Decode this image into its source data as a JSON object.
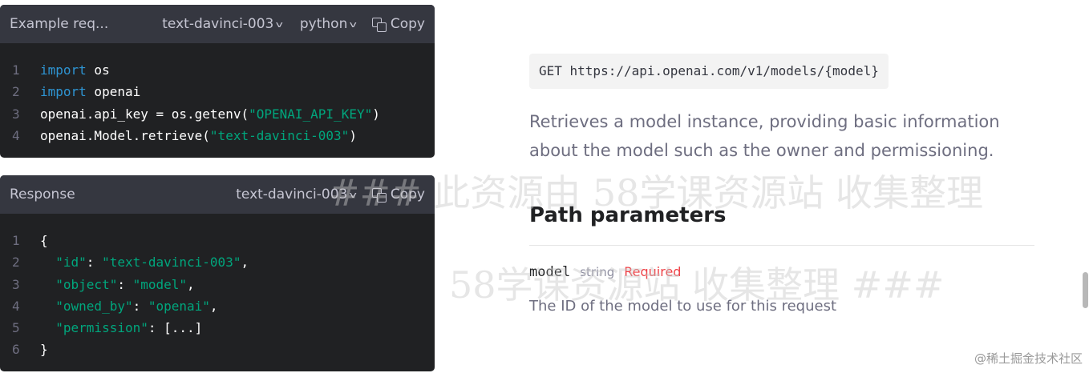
{
  "request": {
    "title": "Example req...",
    "model": "text-davinci-003",
    "language": "python",
    "copy": "Copy",
    "lines": [
      [
        {
          "t": "import",
          "c": "kw"
        },
        {
          "t": " os",
          "c": ""
        }
      ],
      [
        {
          "t": "import",
          "c": "kw"
        },
        {
          "t": " openai",
          "c": ""
        }
      ],
      [
        {
          "t": "openai.api_key = os.getenv(",
          "c": ""
        },
        {
          "t": "\"OPENAI_API_KEY\"",
          "c": "str"
        },
        {
          "t": ")",
          "c": ""
        }
      ],
      [
        {
          "t": "openai.Model.retrieve(",
          "c": ""
        },
        {
          "t": "\"text-davinci-003\"",
          "c": "str"
        },
        {
          "t": ")",
          "c": ""
        }
      ]
    ]
  },
  "response": {
    "title": "Response",
    "model": "text-davinci-003",
    "copy": "Copy",
    "lines": [
      [
        {
          "t": "{",
          "c": ""
        }
      ],
      [
        {
          "t": "  \"id\"",
          "c": "str"
        },
        {
          "t": ": ",
          "c": ""
        },
        {
          "t": "\"text-davinci-003\"",
          "c": "str"
        },
        {
          "t": ",",
          "c": ""
        }
      ],
      [
        {
          "t": "  \"object\"",
          "c": "str"
        },
        {
          "t": ": ",
          "c": ""
        },
        {
          "t": "\"model\"",
          "c": "str"
        },
        {
          "t": ",",
          "c": ""
        }
      ],
      [
        {
          "t": "  \"owned_by\"",
          "c": "str"
        },
        {
          "t": ": ",
          "c": ""
        },
        {
          "t": "\"openai\"",
          "c": "str"
        },
        {
          "t": ",",
          "c": ""
        }
      ],
      [
        {
          "t": "  \"permission\"",
          "c": "str"
        },
        {
          "t": ": [...]",
          "c": ""
        }
      ],
      [
        {
          "t": "}",
          "c": ""
        }
      ]
    ]
  },
  "doc": {
    "endpoint": "GET https://api.openai.com/v1/models/{model}",
    "description": "Retrieves a model instance, providing basic information about the model such as the owner and permissioning.",
    "path_params_heading": "Path parameters",
    "param": {
      "name": "model",
      "type": "string",
      "required": "Required",
      "description": "The ID of the model to use for this request"
    }
  },
  "watermark": {
    "line1": "### 此资源由 58学课资源站 收集整理",
    "line2": "58学课资源站 收集整理 ###"
  },
  "credit": "@稀土掘金技术社区"
}
